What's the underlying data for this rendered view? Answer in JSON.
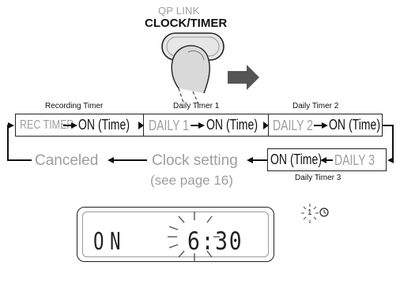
{
  "button": {
    "top_label": "QP LINK",
    "main_label": "CLOCK/TIMER"
  },
  "flow": {
    "row1": {
      "recording_timer_caption": "Recording Timer",
      "rec_timer": "REC TIMER",
      "rec_on": "ON (Time)",
      "daily1_caption": "Daily Timer 1",
      "daily1": "DAILY 1",
      "daily1_on": "ON (Time)",
      "daily2_caption": "Daily Timer 2",
      "daily2": "DAILY 2",
      "daily2_on": "ON (Time)"
    },
    "row2": {
      "canceled": "Canceled",
      "clock_setting": "Clock setting",
      "see_page": "(see page 16)",
      "daily3_on": "ON (Time)",
      "daily3": "DAILY 3",
      "daily3_caption": "Daily Timer 3"
    }
  },
  "display": {
    "mode_text": "ON",
    "time_text": "6:30",
    "timer_number": "1"
  },
  "colors": {
    "active_text": "#111111",
    "inactive_text": "#9e9e9e",
    "button_fill": "#e6e6e6",
    "arrow_gray": "#555555"
  }
}
